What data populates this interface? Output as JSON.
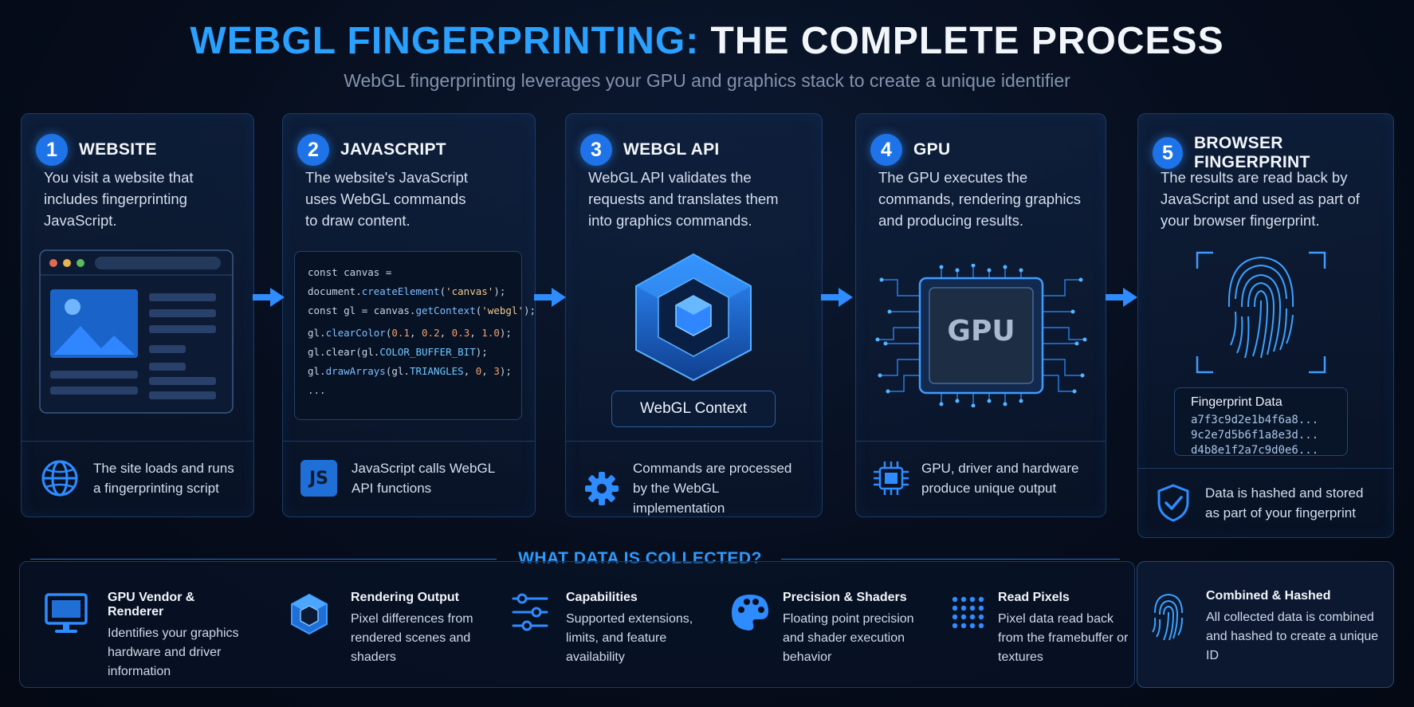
{
  "header": {
    "title_part1": "WEBGL FINGERPRINTING:",
    "title_part2": "THE COMPLETE PROCESS",
    "subtitle": "WebGL fingerprinting leverages your GPU and graphics stack to create a unique identifier"
  },
  "steps": [
    {
      "number": "1",
      "title": "WEBSITE",
      "description": "You visit a website that includes fingerprinting JavaScript.",
      "footer": "The site loads and runs a fingerprinting script",
      "footer_icon": "globe-icon"
    },
    {
      "number": "2",
      "title": "JAVASCRIPT",
      "description": "The website's JavaScript uses WebGL commands to draw content.",
      "footer": "JavaScript calls WebGL API functions",
      "footer_icon": "js-icon",
      "footer_icon_text": "JS"
    },
    {
      "number": "3",
      "title": "WEBGL API",
      "description": "WebGL API validates the requests and translates them into graphics commands.",
      "footer": "Commands are processed by the WebGL implementation",
      "footer_icon": "gear-icon",
      "context_label": "WebGL Context"
    },
    {
      "number": "4",
      "title": "GPU",
      "description": "The GPU executes the commands, rendering graphics and producing results.",
      "footer": "GPU, driver and hardware produce unique output",
      "footer_icon": "chip-icon",
      "chip_label": "GPU"
    },
    {
      "number": "5",
      "title": "BROWSER FINGERPRINT",
      "description": "The results are read back by JavaScript and used as part of your browser fingerprint.",
      "footer": "Data is hashed and stored as part of your fingerprint",
      "footer_icon": "shield-check-icon"
    }
  ],
  "code_lines": [
    "const canvas =",
    "document.createElement('canvas');",
    "const gl = canvas.getContext('webgl');",
    "gl.clearColor(0.1, 0.2, 0.3, 1.0);",
    "gl.clear(gl.COLOR_BUFFER_BIT);",
    "gl.drawArrays(gl.TRIANGLES, 0, 3);",
    "..."
  ],
  "fingerprint_data": {
    "label": "Fingerprint Data",
    "hashes": [
      "a7f3c9d2e1b4f6a8...",
      "9c2e7d5b6f1a8e3d...",
      "d4b8e1f2a7c9d0e6..."
    ]
  },
  "collected": {
    "section_title": "WHAT DATA IS COLLECTED?",
    "items": [
      {
        "title": "GPU Vendor & Renderer",
        "text": "Identifies your graphics hardware and driver information",
        "icon": "monitor-icon"
      },
      {
        "title": "Rendering Output",
        "text": "Pixel differences from rendered scenes and shaders",
        "icon": "cube-icon"
      },
      {
        "title": "Capabilities",
        "text": "Supported extensions, limits, and feature availability",
        "icon": "sliders-icon"
      },
      {
        "title": "Precision & Shaders",
        "text": "Floating point precision and shader execution behavior",
        "icon": "palette-icon"
      },
      {
        "title": "Read Pixels",
        "text": "Pixel data read back from the framebuffer or textures",
        "icon": "pixel-grid-icon"
      }
    ],
    "summary": {
      "title": "Combined & Hashed",
      "text": "All collected data is combined and hashed to create a unique ID",
      "icon": "fingerprint-icon"
    }
  },
  "colors": {
    "accent": "#2aa0ff",
    "badge": "#1f73e8",
    "background": "#060d1c",
    "card_border": "#1d3a63"
  }
}
